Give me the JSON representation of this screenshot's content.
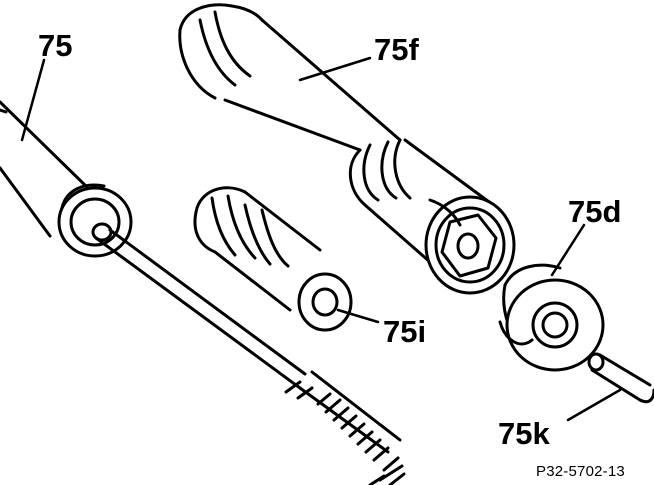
{
  "labels": {
    "rod": "75",
    "long_sleeve": "75f",
    "small_sleeve": "75i",
    "nut": "75d",
    "pin": "75k"
  },
  "figure_code": "P32-5702-13"
}
